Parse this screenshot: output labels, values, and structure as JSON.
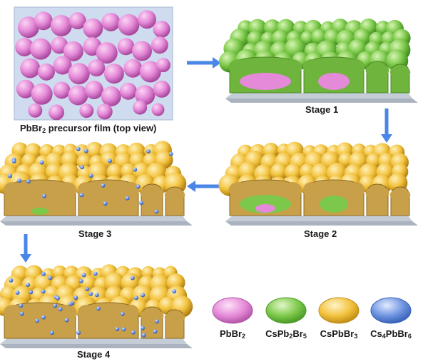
{
  "captions": {
    "precursor": "PbBr2 precursor film (top view)",
    "stage1": "Stage 1",
    "stage2": "Stage 2",
    "stage3": "Stage 3",
    "stage4": "Stage 4"
  },
  "legend": [
    {
      "name": "PbBr2",
      "color": "#e58ad8"
    },
    {
      "name": "CsPb2Br5",
      "color": "#7cc84a"
    },
    {
      "name": "CsPbBr3",
      "color": "#f2c23d"
    },
    {
      "name": "Cs4PbBr6",
      "color": "#6d93e0"
    }
  ],
  "colors": {
    "pbbr2": "#e58ad8",
    "cspb2br5": "#7cc84a",
    "cspbbr3": "#f2c23d",
    "cs4pbbr6": "#6d93e0",
    "arrow": "#4a86e8",
    "substrate": "#c4ccd6",
    "precursor_bg": "#cfdcf0"
  }
}
